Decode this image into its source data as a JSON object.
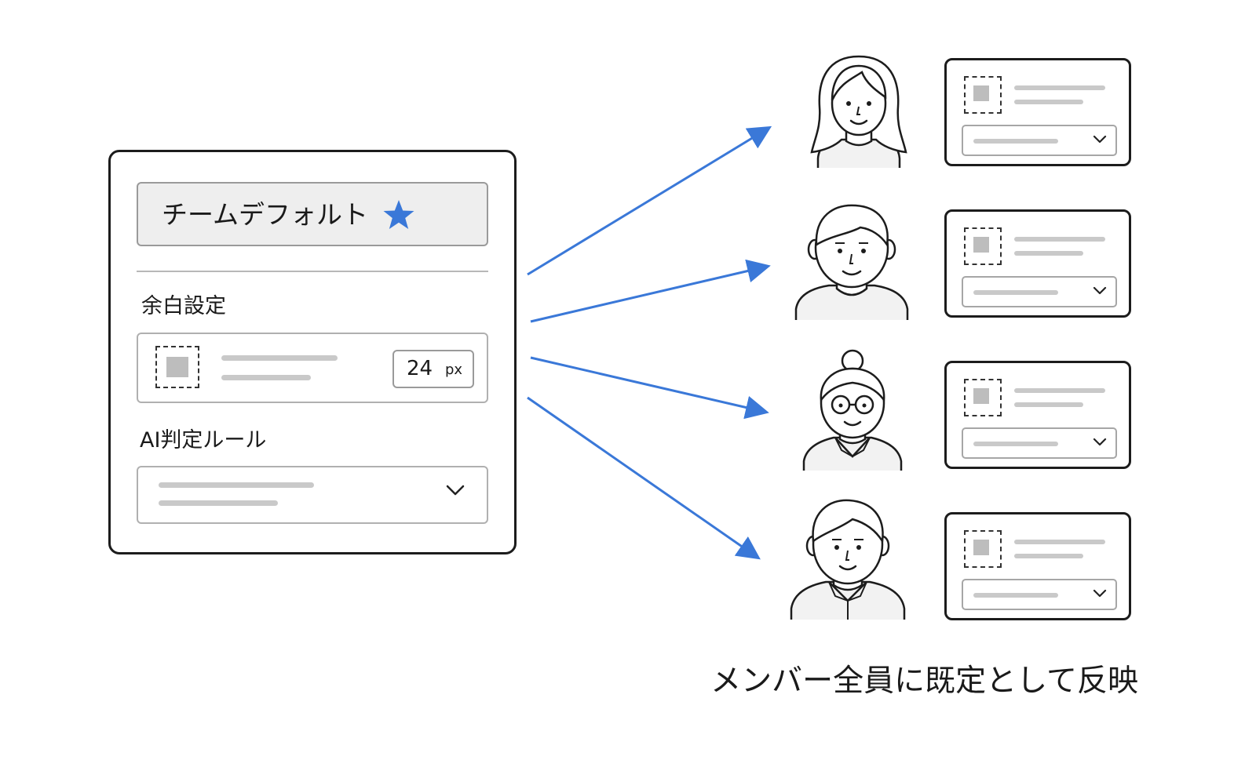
{
  "settings_panel": {
    "preset_label": "チームデフォルト",
    "margin_section_title": "余白設定",
    "margin_value": "24",
    "margin_unit": "px",
    "ai_section_title": "AI判定ルール"
  },
  "caption": "メンバー全員に既定として反映",
  "colors": {
    "accent": "#3a78d8",
    "border": "#1c1c1c",
    "placeholder_gray": "#c9c9c9"
  },
  "icons": [
    "star-icon",
    "chevron-down-icon",
    "arrow-icon",
    "person-avatar"
  ]
}
